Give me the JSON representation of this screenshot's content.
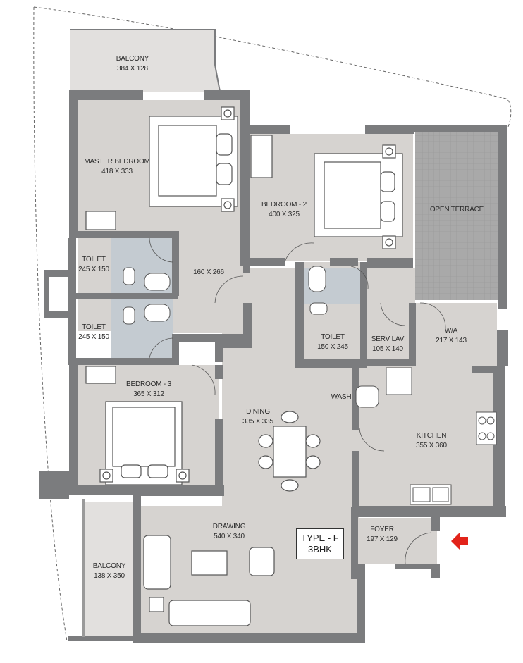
{
  "rooms": [
    {
      "id": "balcony-top",
      "name": "BALCONY",
      "size": "384 X 128"
    },
    {
      "id": "master-bedroom",
      "name": "MASTER BEDROOM",
      "size": "418 X 333"
    },
    {
      "id": "bedroom-2",
      "name": "BEDROOM - 2",
      "size": "400 X 325"
    },
    {
      "id": "open-terrace",
      "name": "OPEN TERRACE",
      "size": ""
    },
    {
      "id": "toilet-1",
      "name": "TOILET",
      "size": "245 X 150"
    },
    {
      "id": "toilet-2",
      "name": "TOILET",
      "size": "245 X 150"
    },
    {
      "id": "passage",
      "name": "",
      "size": "160 X 266"
    },
    {
      "id": "toilet-3",
      "name": "TOILET",
      "size": "150 X 245"
    },
    {
      "id": "serv-lav",
      "name": "SERV LAV",
      "size": "105 X 140"
    },
    {
      "id": "wa",
      "name": "W/A",
      "size": "217 X 143"
    },
    {
      "id": "bedroom-3",
      "name": "BEDROOM - 3",
      "size": "365 X 312"
    },
    {
      "id": "wash",
      "name": "WASH",
      "size": ""
    },
    {
      "id": "dining",
      "name": "DINING",
      "size": "335 X 335"
    },
    {
      "id": "kitchen",
      "name": "KITCHEN",
      "size": "355 X 360"
    },
    {
      "id": "drawing",
      "name": "DRAWING",
      "size": "540 X 340"
    },
    {
      "id": "foyer",
      "name": "FOYER",
      "size": "197 X 129"
    },
    {
      "id": "balcony-side",
      "name": "BALCONY",
      "size": "138 X 350"
    }
  ],
  "unit_type": {
    "line1": "TYPE - F",
    "line2": "3BHK"
  },
  "colors": {
    "wall": "#7b7c7e",
    "floor": "#d6d3d0",
    "terrace": "#a9a9a9",
    "entry_arrow": "#e2231a"
  },
  "icons": [
    "entry-arrow-icon",
    "bed-icon",
    "sofa-icon",
    "dining-table-icon",
    "wc-icon",
    "washbasin-icon",
    "stove-icon",
    "sink-icon"
  ]
}
